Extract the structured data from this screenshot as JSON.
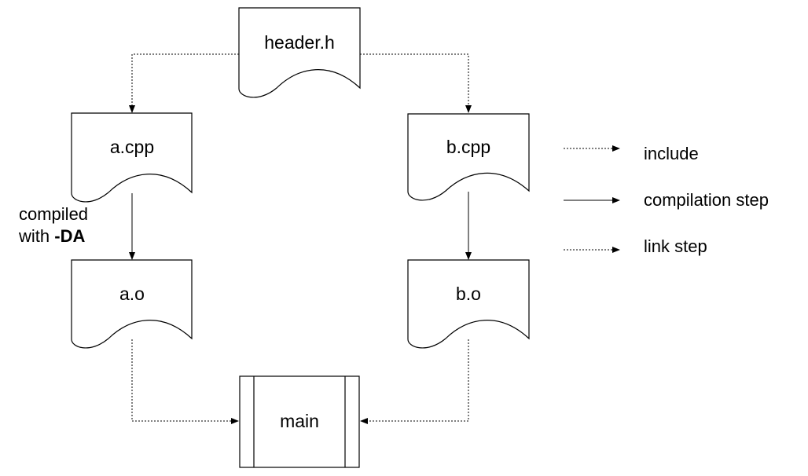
{
  "diagram": {
    "nodes": {
      "header": {
        "label": "header.h",
        "shape": "document"
      },
      "a_cpp": {
        "label": "a.cpp",
        "shape": "document"
      },
      "b_cpp": {
        "label": "b.cpp",
        "shape": "document"
      },
      "a_o": {
        "label": "a.o",
        "shape": "document"
      },
      "b_o": {
        "label": "b.o",
        "shape": "document"
      },
      "main": {
        "label": "main",
        "shape": "predefined-process"
      }
    },
    "edges": [
      {
        "from": "header.h",
        "to": "a.cpp",
        "kind": "include"
      },
      {
        "from": "header.h",
        "to": "b.cpp",
        "kind": "include"
      },
      {
        "from": "a.cpp",
        "to": "a.o",
        "kind": "compilation step"
      },
      {
        "from": "b.cpp",
        "to": "b.o",
        "kind": "compilation step"
      },
      {
        "from": "a.o",
        "to": "main",
        "kind": "link step"
      },
      {
        "from": "b.o",
        "to": "main",
        "kind": "link step"
      }
    ],
    "annotation": {
      "line1": "compiled",
      "line2_prefix": "with ",
      "line2_flag": "-DA"
    }
  },
  "legend": {
    "items": [
      {
        "label": "include",
        "style": "dotted"
      },
      {
        "label": "compilation step",
        "style": "solid"
      },
      {
        "label": "link step",
        "style": "dotted"
      }
    ]
  },
  "colors": {
    "stroke": "#000000",
    "background": "#ffffff"
  }
}
